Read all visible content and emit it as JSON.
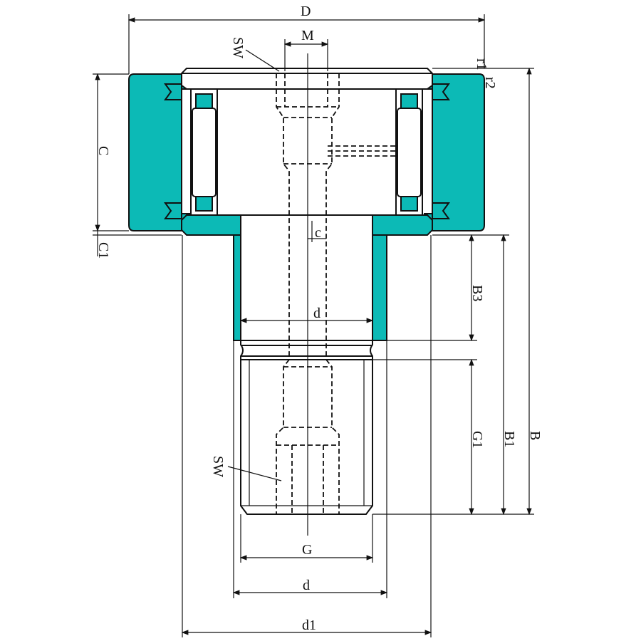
{
  "colors": {
    "body": "#0CBAB6",
    "line": "#111111"
  },
  "labels": {
    "D": "D",
    "M": "M",
    "SW_top": "SW",
    "r1": "r1",
    "r2": "r2",
    "C": "C",
    "C1": "C1",
    "c": "c",
    "B3": "B3",
    "d_inner": "d",
    "B1": "B1",
    "B": "B",
    "G1": "G1",
    "SW_bottom": "SW",
    "G": "G",
    "d": "d",
    "d1": "d1"
  }
}
